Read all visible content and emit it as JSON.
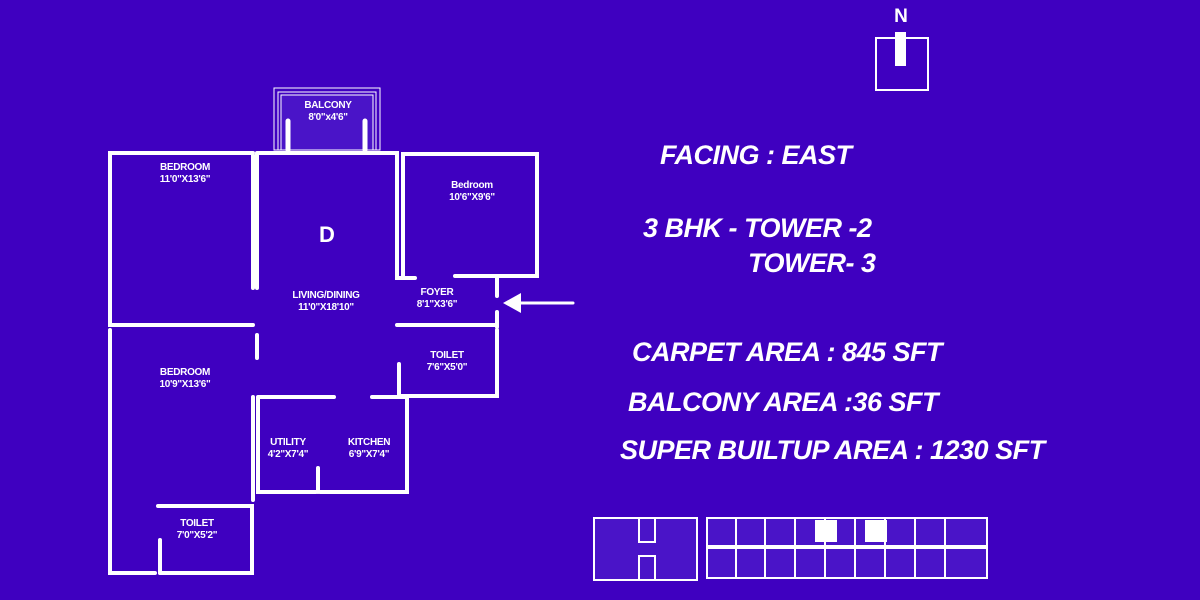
{
  "north_label": "N",
  "rooms": {
    "balcony": {
      "name": "BALCONY",
      "size": "8'0\"x4'6\""
    },
    "bedroom1": {
      "name": "BEDROOM",
      "size": "11'0\"X13'6\""
    },
    "bedroom2": {
      "name": "Bedroom",
      "size": "10'6\"X9'6\""
    },
    "living": {
      "name": "LIVING/DINING",
      "size": "11'0\"X18'10\""
    },
    "living_mark": "D",
    "foyer": {
      "name": "FOYER",
      "size": "8'1\"X3'6\""
    },
    "toilet1": {
      "name": "TOILET",
      "size": "7'6\"X5'0\""
    },
    "bedroom3": {
      "name": "BEDROOM",
      "size": "10'9\"X13'6\""
    },
    "utility": {
      "name": "UTILITY",
      "size": "4'2\"X7'4\""
    },
    "kitchen": {
      "name": "KITCHEN",
      "size": "6'9\"X7'4\""
    },
    "toilet2": {
      "name": "TOILET",
      "size": "7'0\"X5'2\""
    }
  },
  "info": {
    "facing": "FACING : EAST",
    "bhk_line1": "3 BHK - TOWER -2",
    "bhk_line2": "TOWER- 3",
    "carpet_area": "CARPET AREA : 845 SFT",
    "balcony_area": "BALCONY AREA :36 SFT",
    "super_builtup_area": "SUPER BUILTUP AREA : 1230 SFT"
  },
  "colors": {
    "background": "#3f00c0",
    "lines": "#ffffff"
  }
}
